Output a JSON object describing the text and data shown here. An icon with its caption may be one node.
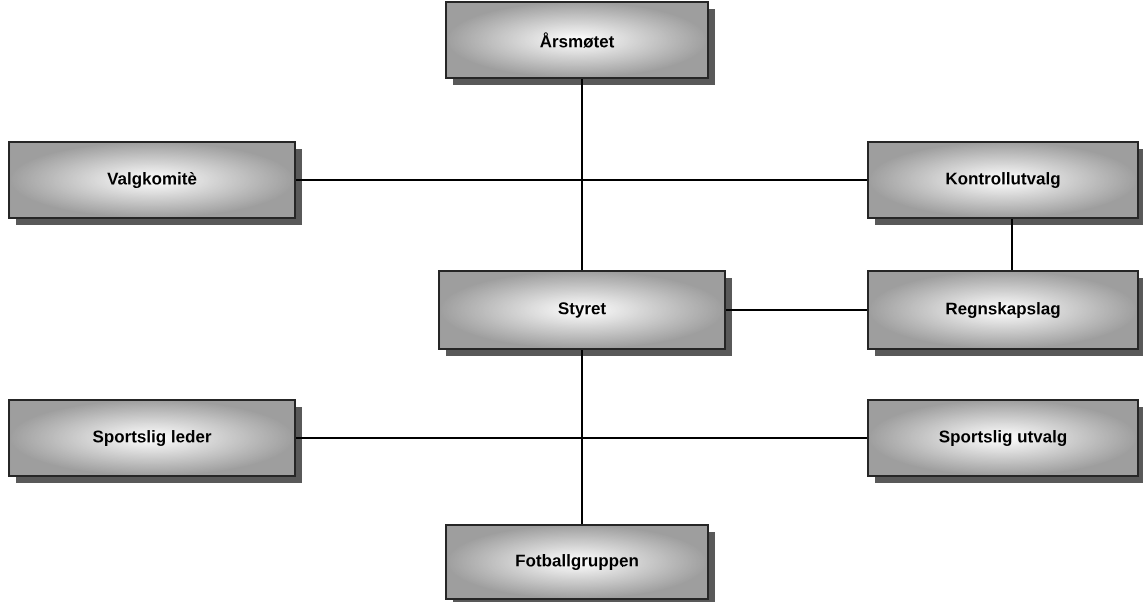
{
  "diagram": {
    "nodes": [
      {
        "text": [
          "Årsmøtet"
        ]
      },
      {
        "text": [
          "Valgkomitè"
        ]
      },
      {
        "text": [
          "Kontrollutvalg"
        ]
      },
      {
        "text": [
          "Styret"
        ]
      },
      {
        "text": [
          "Regnskapslag"
        ]
      },
      {
        "text": [
          "Sportslig leder"
        ]
      },
      {
        "text": [
          "Sportslig utvalg"
        ]
      },
      {
        "text": [
          "Fotballgruppen"
        ]
      }
    ],
    "edges": [
      {
        "from": 0,
        "to": 3,
        "arrow": "none"
      },
      {
        "from": 1,
        "to": 2,
        "arrow": "none"
      },
      {
        "from": 2,
        "to": 4,
        "arrow": "none"
      },
      {
        "from": 3,
        "to": 4,
        "arrow": "none"
      },
      {
        "from": 3,
        "to": 7,
        "arrow": "none"
      },
      {
        "from": 5,
        "to": 6,
        "arrow": "none"
      }
    ]
  }
}
